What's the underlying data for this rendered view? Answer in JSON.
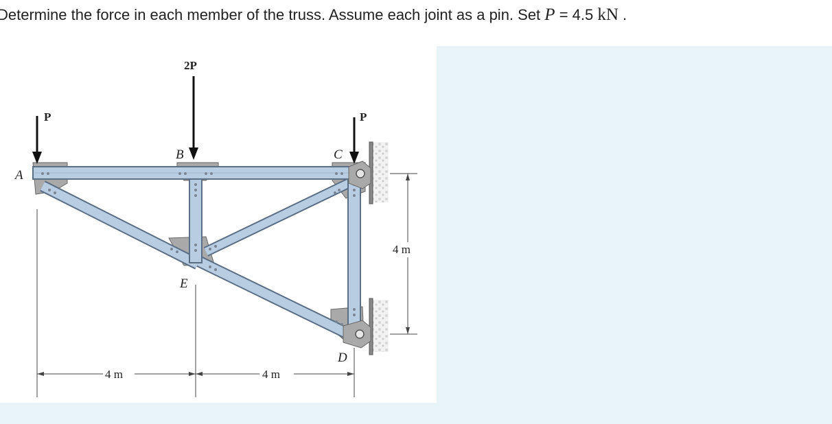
{
  "question": {
    "text_before": "Determine the force in each member of the truss. Assume each joint as a pin. Set ",
    "variable": "P",
    "equals": " = 4.5 ",
    "unit": "kN",
    "end": " ."
  },
  "figure": {
    "loads": {
      "a": "P",
      "b": "2P",
      "c": "P"
    },
    "joints": {
      "a": "A",
      "b": "B",
      "c": "C",
      "d": "D",
      "e": "E"
    },
    "dims": {
      "ab": "4 m",
      "bc": "4 m",
      "cd": "4 m"
    }
  }
}
